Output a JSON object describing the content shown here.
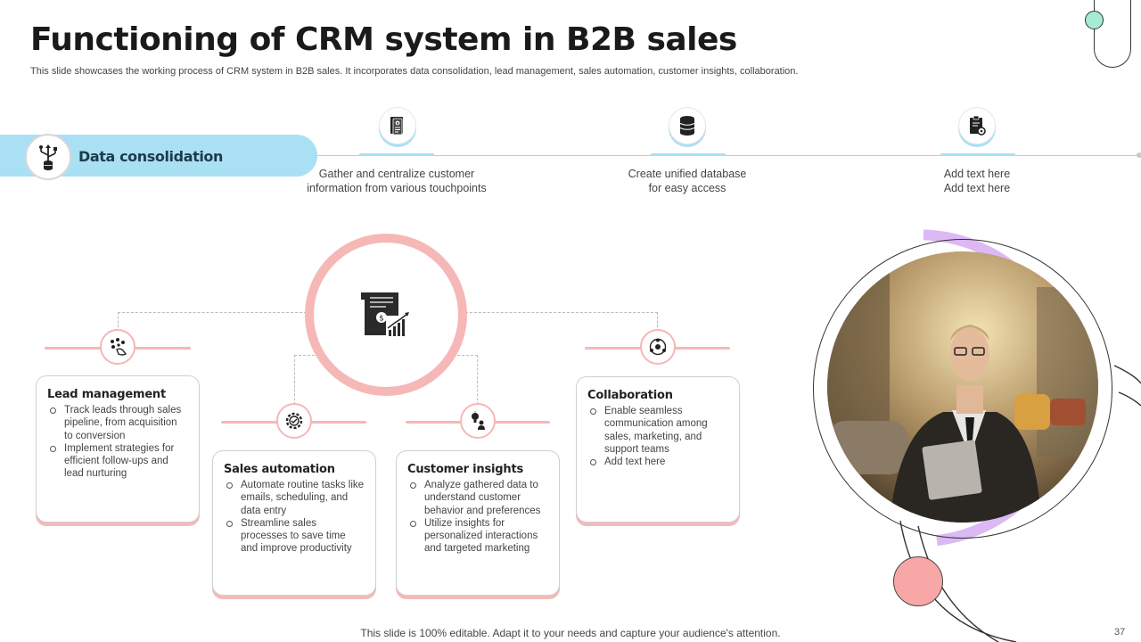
{
  "title": "Functioning of CRM system in B2B sales",
  "subtitle": "This slide showcases the working process of CRM system in B2B sales. It incorporates data consolidation, lead management, sales automation, customer insights, collaboration.",
  "banner": {
    "label": "Data consolidation",
    "icon": "usb-database-icon"
  },
  "timeline": [
    {
      "text1": "Gather and centralize customer",
      "text2": "information from various touchpoints",
      "icon": "document-phone-icon"
    },
    {
      "text1": "Create unified database",
      "text2": "for easy access",
      "icon": "database-icon"
    },
    {
      "text1": "Add text here",
      "text2": "Add text here",
      "icon": "clipboard-gear-icon"
    }
  ],
  "center_icon": "invoice-growth-icon",
  "cards": {
    "lead": {
      "title": "Lead management",
      "items": [
        "Track leads through sales pipeline, from acquisition to conversion",
        "Implement strategies for efficient follow-ups and lead nurturing"
      ],
      "icon": "network-hand-icon"
    },
    "sales": {
      "title": "Sales automation",
      "items": [
        "Automate routine tasks like emails, scheduling, and data entry",
        "Streamline sales processes to save time and improve productivity"
      ],
      "icon": "gear-automation-icon"
    },
    "insights": {
      "title": "Customer insights",
      "items": [
        "Analyze gathered data to understand customer behavior and preferences",
        "Utilize insights for personalized interactions and targeted marketing"
      ],
      "icon": "lightbulb-person-icon"
    },
    "collab": {
      "title": "Collaboration",
      "items": [
        "Enable seamless communication among sales, marketing, and support teams",
        "Add text here"
      ],
      "icon": "team-cycle-icon"
    }
  },
  "colors": {
    "accent_blue": "#a9e0f4",
    "accent_pink": "#f6b7b7",
    "accent_purple": "#dcb8f5",
    "accent_mint": "#a5ecd2"
  },
  "footer": "This slide is 100% editable. Adapt it to your needs and capture your audience's attention.",
  "page_number": "37"
}
